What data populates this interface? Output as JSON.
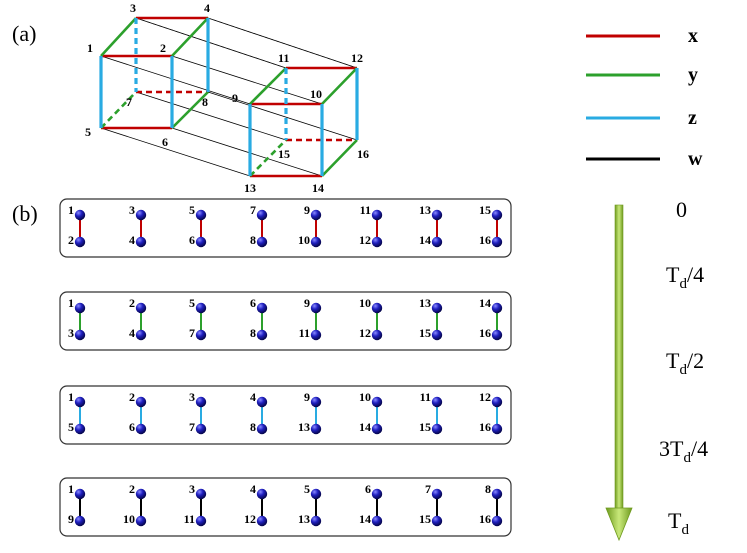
{
  "panels": {
    "a": "(a)",
    "b": "(b)"
  },
  "colors": {
    "x": "#c00000",
    "y": "#2ca02c",
    "z": "#29abe2",
    "w": "#000000",
    "node": "#1a1aa8",
    "arrow": "#8cc63f"
  },
  "legend": [
    {
      "key": "x",
      "label": "x"
    },
    {
      "key": "y",
      "label": "y"
    },
    {
      "key": "z",
      "label": "z"
    },
    {
      "key": "w",
      "label": "w"
    }
  ],
  "cube_vertices": [
    "1",
    "2",
    "3",
    "4",
    "5",
    "6",
    "7",
    "8",
    "9",
    "10",
    "11",
    "12",
    "13",
    "14",
    "15",
    "16"
  ],
  "steps": [
    {
      "time_main": "0",
      "time_sub": "",
      "time_tail": "",
      "bond": "x",
      "pairs": [
        [
          "1",
          "2"
        ],
        [
          "3",
          "4"
        ],
        [
          "5",
          "6"
        ],
        [
          "7",
          "8"
        ],
        [
          "9",
          "10"
        ],
        [
          "11",
          "12"
        ],
        [
          "13",
          "14"
        ],
        [
          "15",
          "16"
        ]
      ]
    },
    {
      "time_main": "T",
      "time_sub": "d",
      "time_tail": "/4",
      "bond": "y",
      "pairs": [
        [
          "1",
          "3"
        ],
        [
          "2",
          "4"
        ],
        [
          "5",
          "7"
        ],
        [
          "6",
          "8"
        ],
        [
          "9",
          "11"
        ],
        [
          "10",
          "12"
        ],
        [
          "13",
          "15"
        ],
        [
          "14",
          "16"
        ]
      ]
    },
    {
      "time_main": "T",
      "time_sub": "d",
      "time_tail": "/2",
      "bond": "z",
      "pairs": [
        [
          "1",
          "5"
        ],
        [
          "2",
          "6"
        ],
        [
          "3",
          "7"
        ],
        [
          "4",
          "8"
        ],
        [
          "9",
          "13"
        ],
        [
          "10",
          "14"
        ],
        [
          "11",
          "15"
        ],
        [
          "12",
          "16"
        ]
      ]
    },
    {
      "time_main": "3T",
      "time_sub": "d",
      "time_tail": "/4",
      "bond": "w",
      "pairs": [
        [
          "1",
          "9"
        ],
        [
          "2",
          "10"
        ],
        [
          "3",
          "11"
        ],
        [
          "4",
          "12"
        ],
        [
          "5",
          "13"
        ],
        [
          "6",
          "14"
        ],
        [
          "7",
          "15"
        ],
        [
          "8",
          "16"
        ]
      ]
    }
  ],
  "final_time": {
    "time_main": "T",
    "time_sub": "d",
    "time_tail": ""
  }
}
